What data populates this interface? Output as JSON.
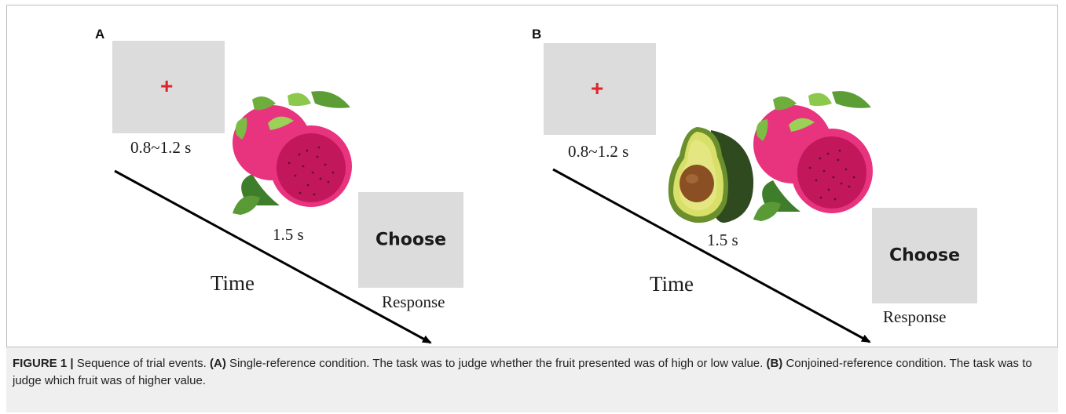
{
  "panel_a": {
    "letter": "A",
    "fixation": "+",
    "fixation_duration": "0.8~1.2 s",
    "stimulus_duration": "1.5 s",
    "choose": "Choose",
    "response": "Response",
    "time": "Time",
    "fruits": [
      "dragon-fruit"
    ]
  },
  "panel_b": {
    "letter": "B",
    "fixation": "+",
    "fixation_duration": "0.8~1.2 s",
    "stimulus_duration": "1.5 s",
    "choose": "Choose",
    "response": "Response",
    "time": "Time",
    "fruits": [
      "avocado",
      "dragon-fruit"
    ]
  },
  "caption": {
    "figure_label": "FIGURE 1",
    "separator": "|",
    "title": "Sequence of trial events.",
    "a_marker": "(A)",
    "a_text": "Single-reference condition. The task was to judge whether the fruit presented was of high or low value.",
    "b_marker": "(B)",
    "b_text": "Conjoined-reference condition. The task was to judge which fruit was of higher value."
  },
  "colors": {
    "box": "#dcdcdc",
    "fixation": "#e0242b",
    "caption_bg": "#efefef",
    "dragon_fruit_skin": "#e8337e",
    "dragon_fruit_flesh": "#c2185b",
    "avocado_skin": "#2e4a1e",
    "avocado_flesh": "#d9e06a",
    "avocado_pit": "#8b4f24"
  }
}
